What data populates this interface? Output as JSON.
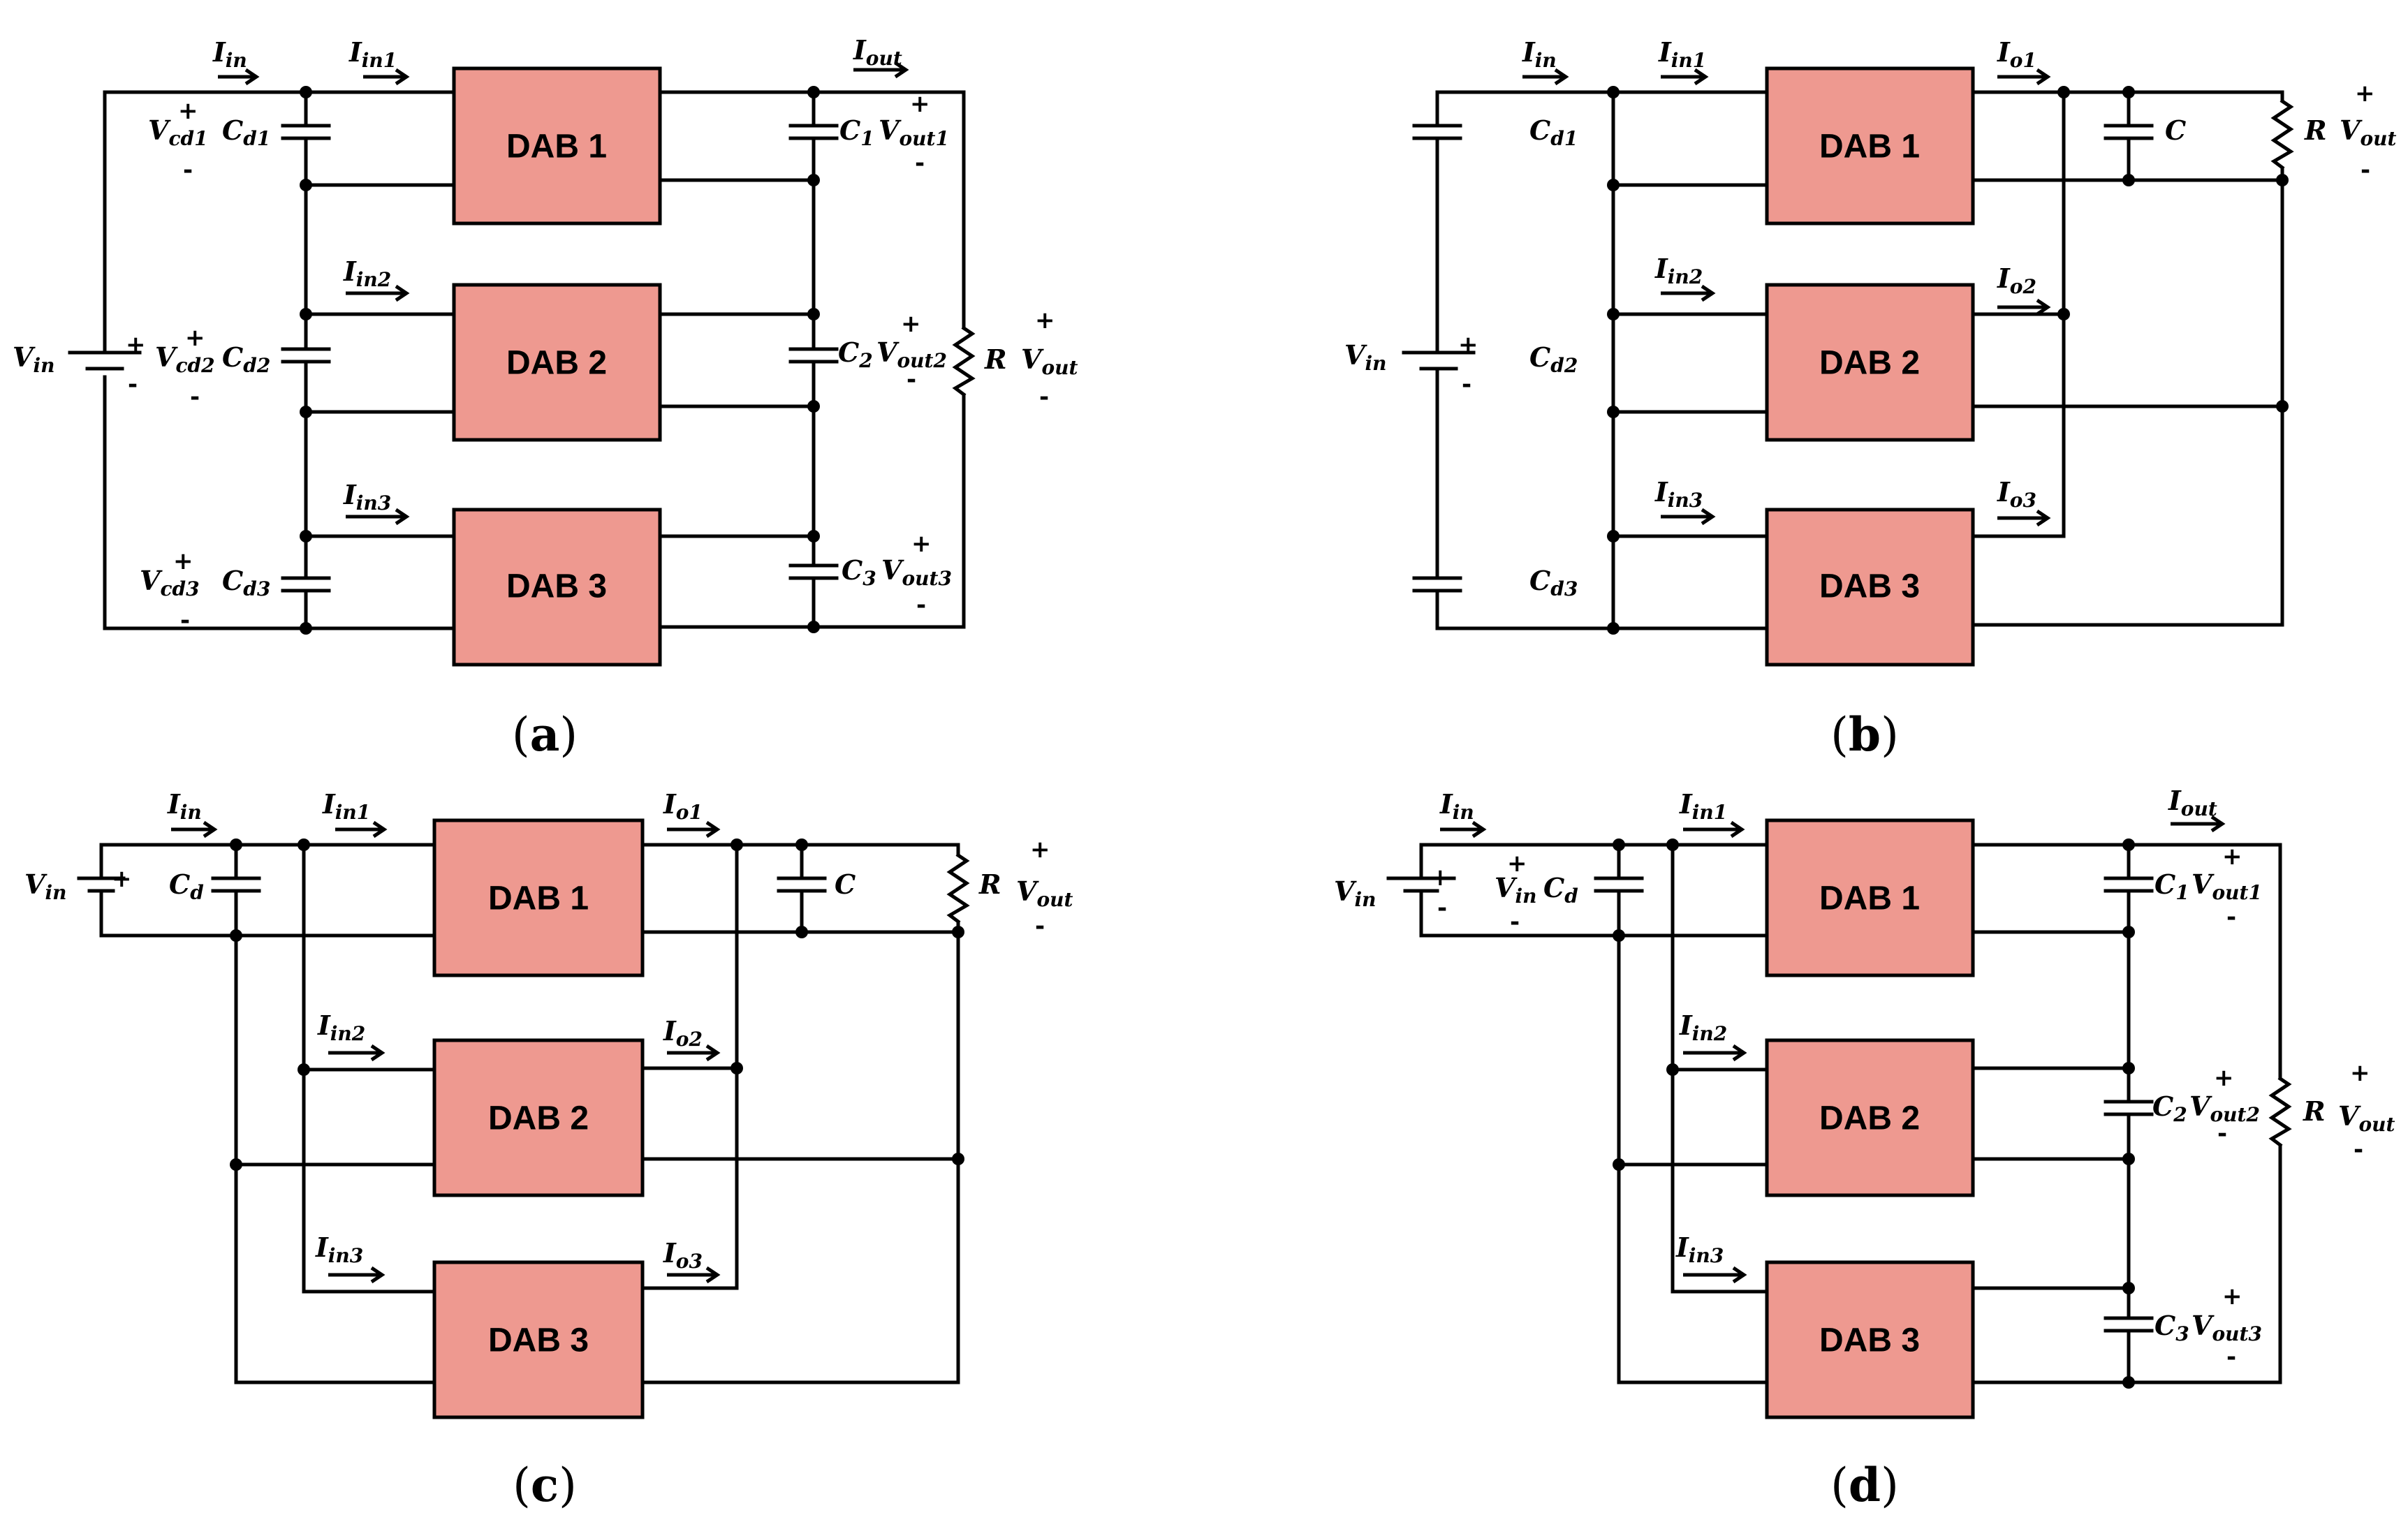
{
  "panels": [
    {
      "id": "a",
      "caption_letter": "a",
      "blocks": [
        "DAB 1",
        "DAB 2",
        "DAB 3"
      ],
      "labels": {
        "i_in": [
          "I",
          "in"
        ],
        "i_in1": [
          "I",
          "in1"
        ],
        "i_in2": [
          "I",
          "in2"
        ],
        "i_in3": [
          "I",
          "in3"
        ],
        "i_out": [
          "I",
          "out"
        ],
        "v_in": [
          "V",
          "in"
        ],
        "v_cd1": [
          "V",
          "cd1"
        ],
        "v_cd2": [
          "V",
          "cd2"
        ],
        "v_cd3": [
          "V",
          "cd3"
        ],
        "c_d1": [
          "C",
          "d1"
        ],
        "c_d2": [
          "C",
          "d2"
        ],
        "c_d3": [
          "C",
          "d3"
        ],
        "c1": [
          "C",
          "1"
        ],
        "c2": [
          "C",
          "2"
        ],
        "c3": [
          "C",
          "3"
        ],
        "v_out1": [
          "V",
          "out1"
        ],
        "v_out2": [
          "V",
          "out2"
        ],
        "v_out3": [
          "V",
          "out3"
        ],
        "r": "R",
        "v_out": [
          "V",
          "out"
        ]
      }
    },
    {
      "id": "b",
      "caption_letter": "b",
      "blocks": [
        "DAB 1",
        "DAB 2",
        "DAB 3"
      ],
      "labels": {
        "i_in": [
          "I",
          "in"
        ],
        "i_in1": [
          "I",
          "in1"
        ],
        "i_in2": [
          "I",
          "in2"
        ],
        "i_in3": [
          "I",
          "in3"
        ],
        "i_o1": [
          "I",
          "o1"
        ],
        "i_o2": [
          "I",
          "o2"
        ],
        "i_o3": [
          "I",
          "o3"
        ],
        "v_in": [
          "V",
          "in"
        ],
        "c_d1": [
          "C",
          "d1"
        ],
        "c_d2": [
          "C",
          "d2"
        ],
        "c_d3": [
          "C",
          "d3"
        ],
        "c": "C",
        "r": "R",
        "v_out": [
          "V",
          "out"
        ]
      }
    },
    {
      "id": "c",
      "caption_letter": "c",
      "blocks": [
        "DAB 1",
        "DAB 2",
        "DAB 3"
      ],
      "labels": {
        "i_in": [
          "I",
          "in"
        ],
        "i_in1": [
          "I",
          "in1"
        ],
        "i_in2": [
          "I",
          "in2"
        ],
        "i_in3": [
          "I",
          "in3"
        ],
        "i_o1": [
          "I",
          "o1"
        ],
        "i_o2": [
          "I",
          "o2"
        ],
        "i_o3": [
          "I",
          "o3"
        ],
        "v_in": [
          "V",
          "in"
        ],
        "c_d": [
          "C",
          "d"
        ],
        "c": "C",
        "r": "R",
        "v_out": [
          "V",
          "out"
        ]
      }
    },
    {
      "id": "d",
      "caption_letter": "d",
      "blocks": [
        "DAB 1",
        "DAB 2",
        "DAB 3"
      ],
      "labels": {
        "i_in": [
          "I",
          "in"
        ],
        "i_in1": [
          "I",
          "in1"
        ],
        "i_in2": [
          "I",
          "in2"
        ],
        "i_in3": [
          "I",
          "in3"
        ],
        "i_out": [
          "I",
          "out"
        ],
        "v_in": [
          "V",
          "in"
        ],
        "v_in_cap": [
          "V",
          "in"
        ],
        "c_d": [
          "C",
          "d"
        ],
        "c1": [
          "C",
          "1"
        ],
        "c2": [
          "C",
          "2"
        ],
        "c3": [
          "C",
          "3"
        ],
        "v_out1": [
          "V",
          "out1"
        ],
        "v_out2": [
          "V",
          "out2"
        ],
        "v_out3": [
          "V",
          "out3"
        ],
        "r": "R",
        "v_out": [
          "V",
          "out"
        ]
      }
    }
  ],
  "signs": {
    "plus": "+",
    "minus": "-"
  }
}
